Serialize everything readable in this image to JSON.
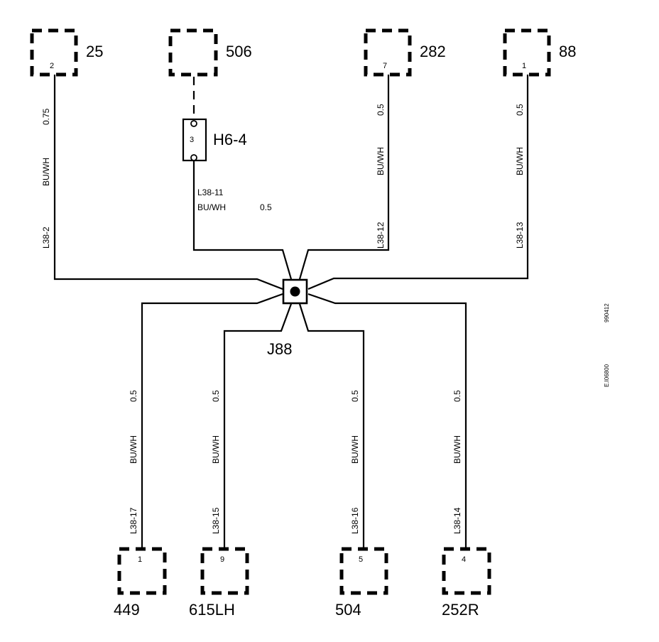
{
  "connectors": {
    "c25": {
      "label": "25",
      "pin": "2"
    },
    "c506": {
      "label": "506",
      "pin": ""
    },
    "c282": {
      "label": "282",
      "pin": "7"
    },
    "c88": {
      "label": "88",
      "pin": "1"
    },
    "c449": {
      "label": "449",
      "pin": "1"
    },
    "c615": {
      "label": "615LH",
      "pin": "9"
    },
    "c504": {
      "label": "504",
      "pin": "5"
    },
    "c252": {
      "label": "252R",
      "pin": "4"
    }
  },
  "inline_connector": {
    "label": "H6-4",
    "pin": "3"
  },
  "splice": {
    "label": "J88"
  },
  "wires": {
    "w25": {
      "gauge": "0.75",
      "color": "BU/WH",
      "circuit": "L38-2"
    },
    "wH6": {
      "gauge": "0.5",
      "color": "BU/WH",
      "circuit": "L38-11"
    },
    "w282": {
      "gauge": "0.5",
      "color": "BU/WH",
      "circuit": "L38-12"
    },
    "w88": {
      "gauge": "0.5",
      "color": "BU/WH",
      "circuit": "L38-13"
    },
    "w449": {
      "gauge": "0.5",
      "color": "BU/WH",
      "circuit": "L38-17"
    },
    "w615": {
      "gauge": "0.5",
      "color": "BU/WH",
      "circuit": "L38-15"
    },
    "w504": {
      "gauge": "0.5",
      "color": "BU/WH",
      "circuit": "L38-16"
    },
    "w252": {
      "gauge": "0.5",
      "color": "BU/WH",
      "circuit": "L38-14"
    }
  },
  "margin_codes": {
    "date": "990412",
    "figure": "E.I06800"
  }
}
